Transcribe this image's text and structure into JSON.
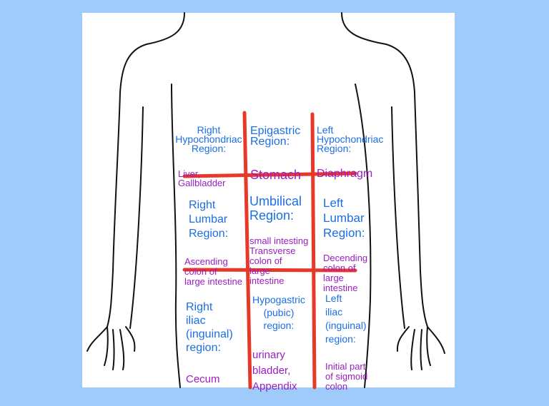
{
  "regions": [
    {
      "title": "Right\nHypochondriac\nRegion:",
      "organs": "Liver,\nGallbladder"
    },
    {
      "title": "Epigastric\nRegion:",
      "organs": "Stomach"
    },
    {
      "title": "Left\nHypochondriac\nRegion:",
      "organs": "Diaphragm"
    },
    {
      "title": "Right\nLumbar\nRegion:",
      "organs": "Ascending\ncolon of\nlarge intestine"
    },
    {
      "title": "Umbilical\nRegion:",
      "organs": "small intesting\nTransverse\ncolon of\nlarge\nintestine"
    },
    {
      "title": "Left\nLumbar\nRegion:",
      "organs": "Decending\ncolon of\nlarge\nintestine"
    },
    {
      "title": "Right\niliac\n(inguinal)\nregion:",
      "organs": "Cecum"
    },
    {
      "title": "Hypogastric\n(pubic)\nregion:",
      "organs": "urinary\nbladder,\nAppendix"
    },
    {
      "title": "Left\niliac\n(inguinal)\nregion:",
      "organs": "Initial part\nof sigmoid\ncolon"
    }
  ],
  "colors": {
    "background": "#9fcbfb",
    "grid": "#e8382a",
    "region_label": "#1b6fe3",
    "organ_label": "#9a1ec0",
    "outline": "#111111"
  }
}
